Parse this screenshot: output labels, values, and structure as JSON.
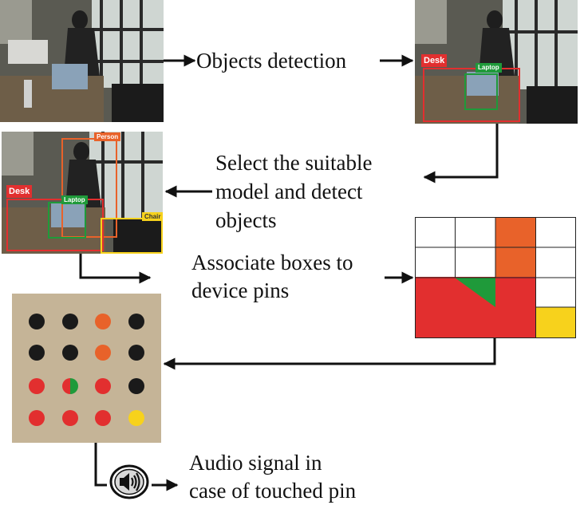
{
  "labels": {
    "objects_detection": "Objects detection",
    "select_line1": "Select the suitable",
    "select_line2": "model and detect",
    "select_line3": "objects",
    "associate_line1": "Associate boxes to",
    "associate_line2": "device pins",
    "audio_line1": "Audio signal in",
    "audio_line2": "case of touched pin"
  },
  "detections_small": {
    "desk": "Desk",
    "laptop": "Laptop"
  },
  "detections_full": {
    "person": "Person",
    "desk": "Desk",
    "laptop": "Laptop",
    "chair": "Chair"
  },
  "colors": {
    "person": "#e8622a",
    "desk": "#e22f2f",
    "laptop": "#1f9a3a",
    "chair": "#f7d21c",
    "none": "#1a1a1a",
    "device_bg": "#c5b497"
  },
  "pin_grid": [
    [
      "none",
      "none",
      "person",
      "none"
    ],
    [
      "none",
      "none",
      "person",
      "none"
    ],
    [
      "desk",
      "desk|laptop",
      "desk",
      "none"
    ],
    [
      "desk",
      "desk",
      "desk",
      "chair"
    ]
  ],
  "icons": [
    "speaker-icon"
  ]
}
